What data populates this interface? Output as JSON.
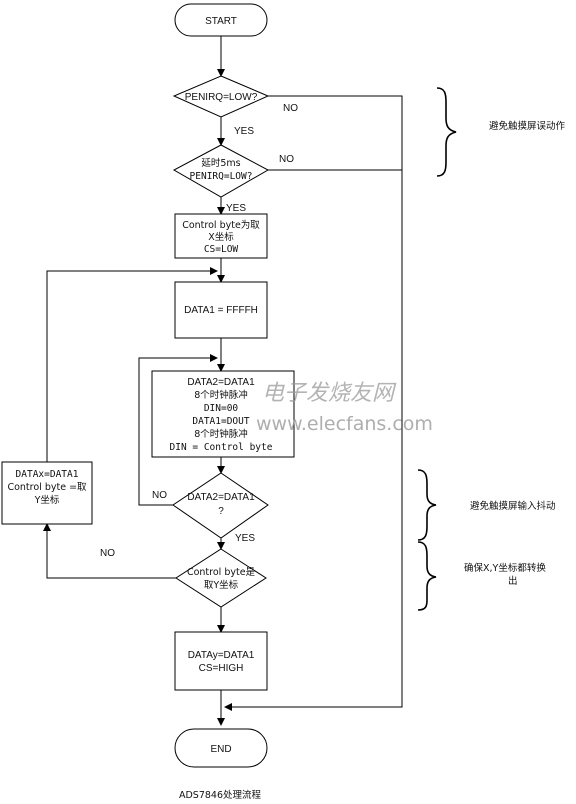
{
  "flowchart": {
    "start": "START",
    "check_penirq": "PENIRQ=LOW?",
    "no_1": "NO",
    "yes_1": "YES",
    "delay_line1": "延时5ms",
    "delay_line2": "PENIRQ=LOW?",
    "no_2": "NO",
    "yes_2": "YES",
    "ctrl_x_line1": "Control byte为取",
    "ctrl_x_line2": "X坐标",
    "ctrl_x_line3": "CS=LOW",
    "data1_init": "DATA1 = FFFFH",
    "loop_line1": "DATA2=DATA1",
    "loop_line2": "8个时钟脉冲",
    "loop_line3": "DIN=00",
    "loop_line4": "DATA1=DOUT",
    "loop_line5": "8个时钟脉冲",
    "loop_line6": "DIN = Control byte",
    "compare_line1": "DATA2=DATA1",
    "compare_line2": "?",
    "no_3": "NO",
    "yes_3": "YES",
    "check_y_line1": "Control byte是",
    "check_y_line2": "取Y坐标",
    "no_4": "NO",
    "datax_line1": "DATAx=DATA1",
    "datax_line2": "Control byte =取",
    "datax_line3": "Y坐标",
    "datay_line1": "DATAy=DATA1",
    "datay_line2": "CS=HIGH",
    "end": "END",
    "caption": "ADS7846处理流程"
  },
  "annotations": {
    "note1": "避免触摸屏误动作",
    "note2": "避免触摸屏输入抖动",
    "note3_line1": "确保X,Y坐标都转换",
    "note3_line2": "出"
  },
  "watermark": {
    "cn": "电子发烧友网",
    "url": "www.elecfans.com"
  }
}
